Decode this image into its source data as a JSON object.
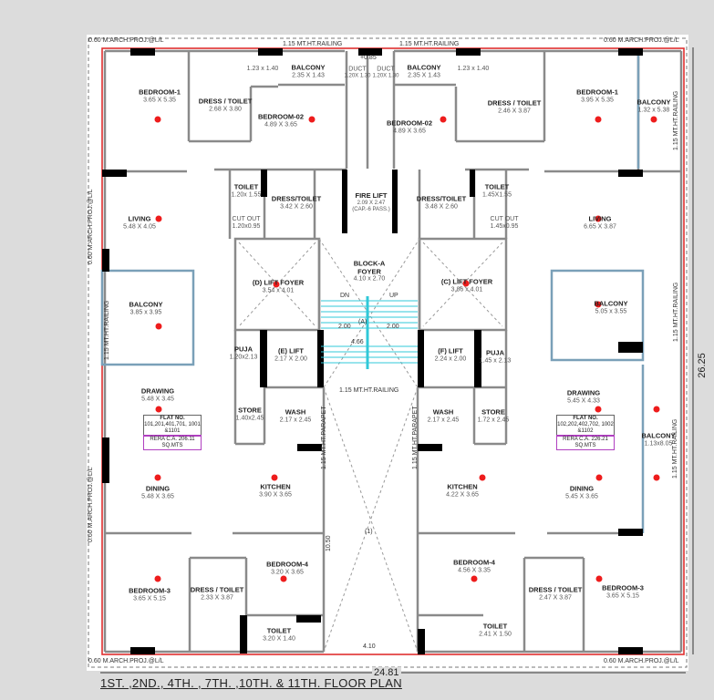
{
  "title": "1ST. ,2ND., 4TH. , 7TH. ,10TH. & 11TH.  FLOOR PLAN",
  "overall_dimensions": {
    "width": "24.81",
    "height": "26.25",
    "void_width": "4.10",
    "void_length": "10.50",
    "void_label": "(1)"
  },
  "notes": {
    "projection": "0.60 M.ARCH.PROJ.@L/L",
    "railing": "1.15 MT.HT.RAILING",
    "parapet": "1.15 MT.HT.PARAPET",
    "level": "+0.85"
  },
  "colors": {
    "outline": "#e03030",
    "wall": "#8a8a8a",
    "light": "#ee1c1c",
    "stair": "#30c8d8",
    "rera": "#b040c0"
  },
  "rooms": [
    {
      "name": "BEDROOM-1",
      "dim": "3.65 X 5.35"
    },
    {
      "name": "DRESS / TOILET",
      "dim": "2.68 X 3.80"
    },
    {
      "name": "",
      "dim": "1.23 x 1.40"
    },
    {
      "name": "BALCONY",
      "dim": "2.35 X 1.43"
    },
    {
      "name": "BEDROOM-02",
      "dim": "4.89 X 3.65"
    },
    {
      "name": "DUCT",
      "dim": "1.20X 1.30"
    },
    {
      "name": "DUCT",
      "dim": "1.20X 1.30"
    },
    {
      "name": "BALCONY",
      "dim": "2.35 X 1.43"
    },
    {
      "name": "BEDROOM-02",
      "dim": "4.89 X 3.65"
    },
    {
      "name": "",
      "dim": "1.23 x 1.40"
    },
    {
      "name": "DRESS / TOILET",
      "dim": "2.46 X 3.87"
    },
    {
      "name": "BEDROOM-1",
      "dim": "3.95 X 5.35"
    },
    {
      "name": "BALCONY",
      "dim": "1.32 x 5.38"
    },
    {
      "name": "TOILET",
      "dim": "1.20x 1.55"
    },
    {
      "name": "DRESS/TOILET",
      "dim": "3.42 X 2.60"
    },
    {
      "name": "FIRE LIFT",
      "dim": "2.09 X 2.47 (CAP.-6 PASS.)"
    },
    {
      "name": "DRESS/TOILET",
      "dim": "3.48 X 2.60"
    },
    {
      "name": "TOILET",
      "dim": "1.45X1.55"
    },
    {
      "name": "CUT OUT",
      "dim": "1.20x0.95"
    },
    {
      "name": "CUT OUT",
      "dim": "1.45x0.95"
    },
    {
      "name": "LIVING",
      "dim": "5.48 X 4.05"
    },
    {
      "name": "LIVING",
      "dim": "6.65 X 3.87"
    },
    {
      "name": "BLOCK-A FOYER",
      "dim": "4.10 x 2.70"
    },
    {
      "name": "(D) LIFT FOYER",
      "dim": "3.54 x 4.01"
    },
    {
      "name": "(C) LIFT FOYER",
      "dim": "3.86 x 4.01"
    },
    {
      "name": "BALCONY",
      "dim": "3.85 x 3.95"
    },
    {
      "name": "BALCONY",
      "dim": "5.05 x 3.55"
    },
    {
      "name": "PUJA",
      "dim": "1.20x2.13"
    },
    {
      "name": "(E) LIFT",
      "dim": "2.17 X 2.00"
    },
    {
      "name": "(F) LIFT",
      "dim": "2.24 x 2.00"
    },
    {
      "name": "PUJA",
      "dim": "1.45 x 2.13"
    },
    {
      "name": "DRAWING",
      "dim": "5.48 X 3.45"
    },
    {
      "name": "DRAWING",
      "dim": "5.45 X 4.33"
    },
    {
      "name": "STORE",
      "dim": "1.40x2.45"
    },
    {
      "name": "WASH",
      "dim": "2.17 x 2.45"
    },
    {
      "name": "WASH",
      "dim": "2.17 x 2.45"
    },
    {
      "name": "STORE",
      "dim": "1.72 x 2.45"
    },
    {
      "name": "BALCONY",
      "dim": "1.13x8.05"
    },
    {
      "name": "DINING",
      "dim": "5.48 X 3.65"
    },
    {
      "name": "KITCHEN",
      "dim": "3.90 X 3.65"
    },
    {
      "name": "KITCHEN",
      "dim": "4.22 X 3.65"
    },
    {
      "name": "DINING",
      "dim": "5.45 X 3.65"
    },
    {
      "name": "BEDROOM-4",
      "dim": "3.20 X 3.65"
    },
    {
      "name": "BEDROOM-3",
      "dim": "3.65 X 5.15"
    },
    {
      "name": "DRESS / TOILET",
      "dim": "2.33 X 3.87"
    },
    {
      "name": "TOILET",
      "dim": "3.20 X 1.40"
    },
    {
      "name": "BEDROOM-4",
      "dim": "4.56 X 3.35"
    },
    {
      "name": "DRESS / TOILET",
      "dim": "2.47 X 3.87"
    },
    {
      "name": "BEDROOM-3",
      "dim": "3.65 X 5.15"
    },
    {
      "name": "TOILET",
      "dim": "2.41 X 1.50"
    }
  ],
  "flats": [
    {
      "label": "FLAT NO.",
      "numbers": "101,201,401,701, 1001 &1101",
      "rera": "RERA C.A. 206.11 SQ.MTS"
    },
    {
      "label": "FLAT NO.",
      "numbers": "102,202,402,702, 1002 &1102",
      "rera": "RERA C.A. 226.21 SQ.MTS"
    }
  ],
  "stair": {
    "down": "DN",
    "up": "UP",
    "landing": "(A)",
    "width_left": "2.00",
    "width_right": "2.00",
    "length": "4.66"
  }
}
